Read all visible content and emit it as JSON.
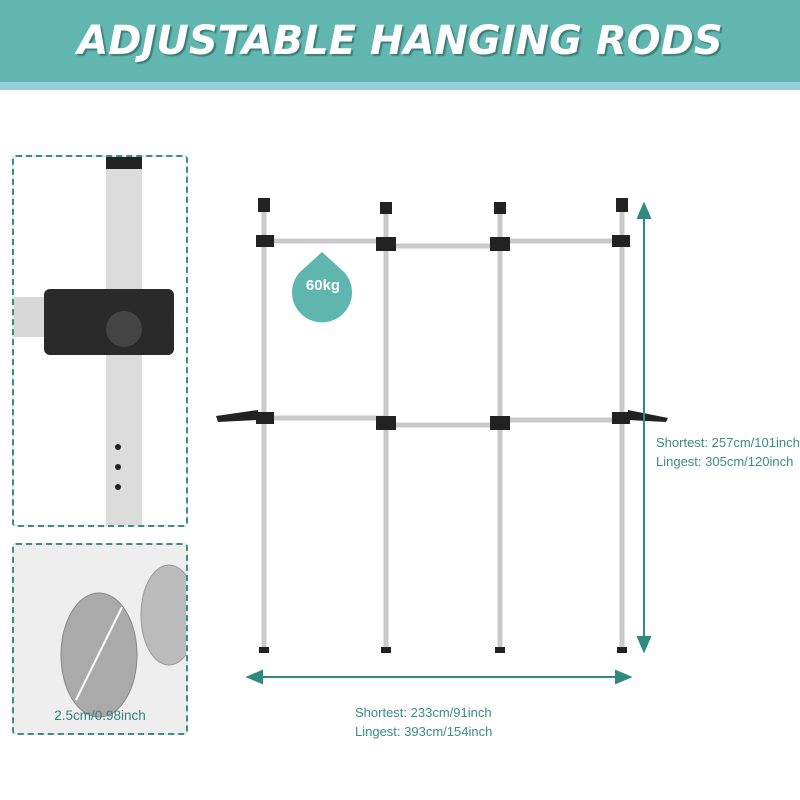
{
  "header": {
    "title": "ADJUSTABLE HANGING RODS"
  },
  "load": {
    "label": "60kg"
  },
  "tube": {
    "diameter": "2.5cm/0.98inch"
  },
  "height": {
    "shortest": "Shortest: 257cm/101inch",
    "longest": "Lingest: 305cm/120inch"
  },
  "width": {
    "shortest": "Shortest: 233cm/91inch",
    "longest": "Lingest: 393cm/154inch"
  },
  "colors": {
    "teal": "#62b6b0",
    "accent": "#3a8c84"
  }
}
